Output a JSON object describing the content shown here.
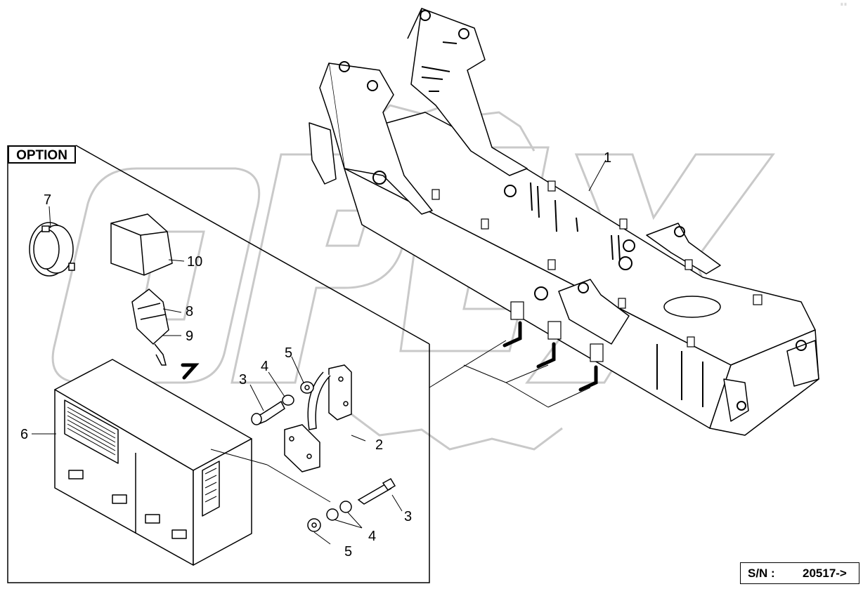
{
  "diagram": {
    "watermark": "OPEX",
    "option_label": "OPTION",
    "serial": {
      "prefix": "S/N :",
      "value": "20517->"
    },
    "corner_mark": "≡ ≡"
  },
  "callouts": {
    "c1": "1",
    "c2": "2",
    "c3a": "3",
    "c3b": "3",
    "c4a": "4",
    "c4b": "4",
    "c5a": "5",
    "c5b": "5",
    "c6": "6",
    "c7": "7",
    "c8": "8",
    "c9": "9",
    "c10": "10"
  },
  "colors": {
    "watermark": "#c4c4c4",
    "line": "#000000",
    "fill": "#ffffff",
    "shade": "#bdbdbd"
  }
}
